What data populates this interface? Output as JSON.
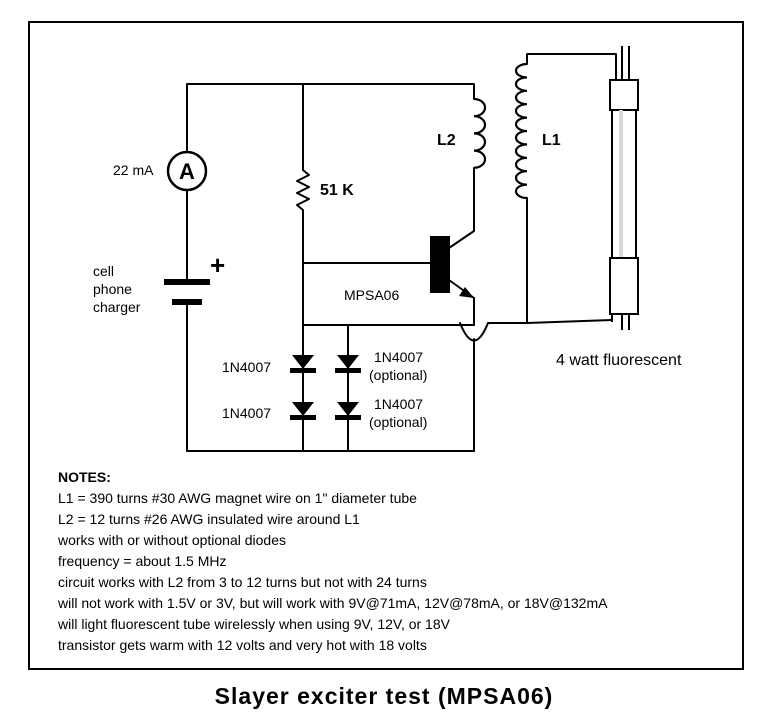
{
  "meter": {
    "reading": "22 mA",
    "symbol": "A"
  },
  "battery": {
    "plus": "+",
    "label_lines": [
      "cell",
      "phone",
      "charger"
    ]
  },
  "resistor": {
    "label": "51 K"
  },
  "coils": {
    "l2_label": "L2",
    "l1_label": "L1"
  },
  "transistor": {
    "label": "MPSA06"
  },
  "diodes": {
    "d1_label": "1N4007",
    "d2_label": "1N4007",
    "d3_label_lines": [
      "1N4007",
      "(optional)"
    ],
    "d4_label_lines": [
      "1N4007",
      "(optional)"
    ]
  },
  "lamp": {
    "label": "4 watt fluorescent"
  },
  "notes": {
    "heading": "NOTES:",
    "lines": [
      "L1 = 390 turns #30 AWG magnet wire  on  1\" diameter tube",
      "L2 = 12 turns #26 AWG insulated wire  around L1",
      "works with or without optional diodes",
      "frequency = about 1.5 MHz",
      "circuit works with L2 from 3 to 12 turns but not with 24 turns",
      "will not work with 1.5V or 3V, but will work with 9V@71mA, 12V@78mA, or 18V@132mA",
      "will light fluorescent tube wirelessly when using 9V, 12V, or 18V",
      "transistor gets warm with 12 volts and very hot with 18 volts"
    ]
  },
  "title": "Slayer exciter test (MPSA06)"
}
